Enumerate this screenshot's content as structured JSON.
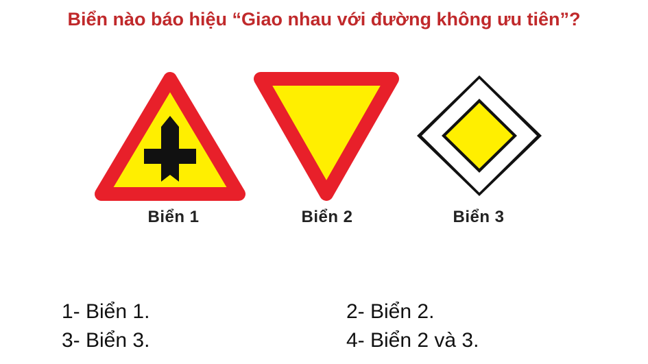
{
  "question": "Biển nào báo hiệu “Giao nhau với đường không ưu tiên”?",
  "signs": [
    {
      "label": "Biển 1",
      "icon": "warning-triangle-intersection-icon"
    },
    {
      "label": "Biển 2",
      "icon": "yield-inverted-triangle-icon"
    },
    {
      "label": "Biển 3",
      "icon": "priority-road-diamond-icon"
    }
  ],
  "answers": [
    "1- Biển 1.",
    "2- Biển 2.",
    "3- Biển 3.",
    "4- Biển 2 và 3."
  ],
  "colors": {
    "question_text": "#c0292b",
    "sign_red": "#e8202a",
    "sign_yellow": "#ffef00",
    "symbol_black": "#111111"
  }
}
